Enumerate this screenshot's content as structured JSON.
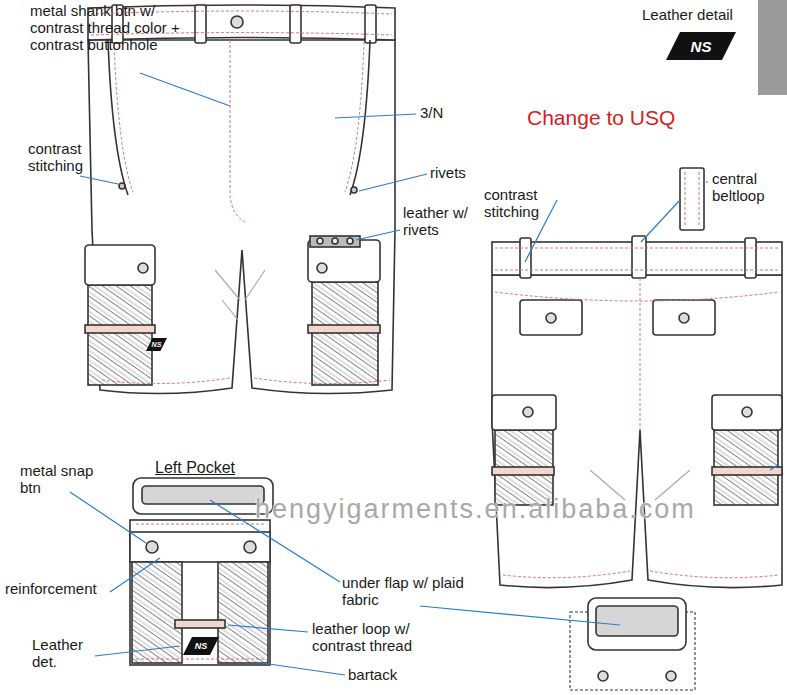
{
  "diagram": {
    "nodes": [
      {
        "text": [
          "NS"
        ]
      },
      {
        "text": [
          "NS"
        ]
      },
      {
        "text": [
          "NS"
        ]
      }
    ],
    "labels": [
      "metal shank btn w/ contrast thread color + contrast buttonhole",
      "3/N",
      "contrast stitching",
      "rivets",
      "leather w/ rivets",
      "Leather detail",
      "Change to USQ",
      "contrast stitching",
      "central beltloop",
      "Left Pocket",
      "metal snap btn",
      "reinforcement",
      "Leather det.",
      "under flap w/ plaid fabric",
      "leather loop w/ contrast thread",
      "bartack",
      "hengyigarments.en.alibaba.com"
    ]
  }
}
